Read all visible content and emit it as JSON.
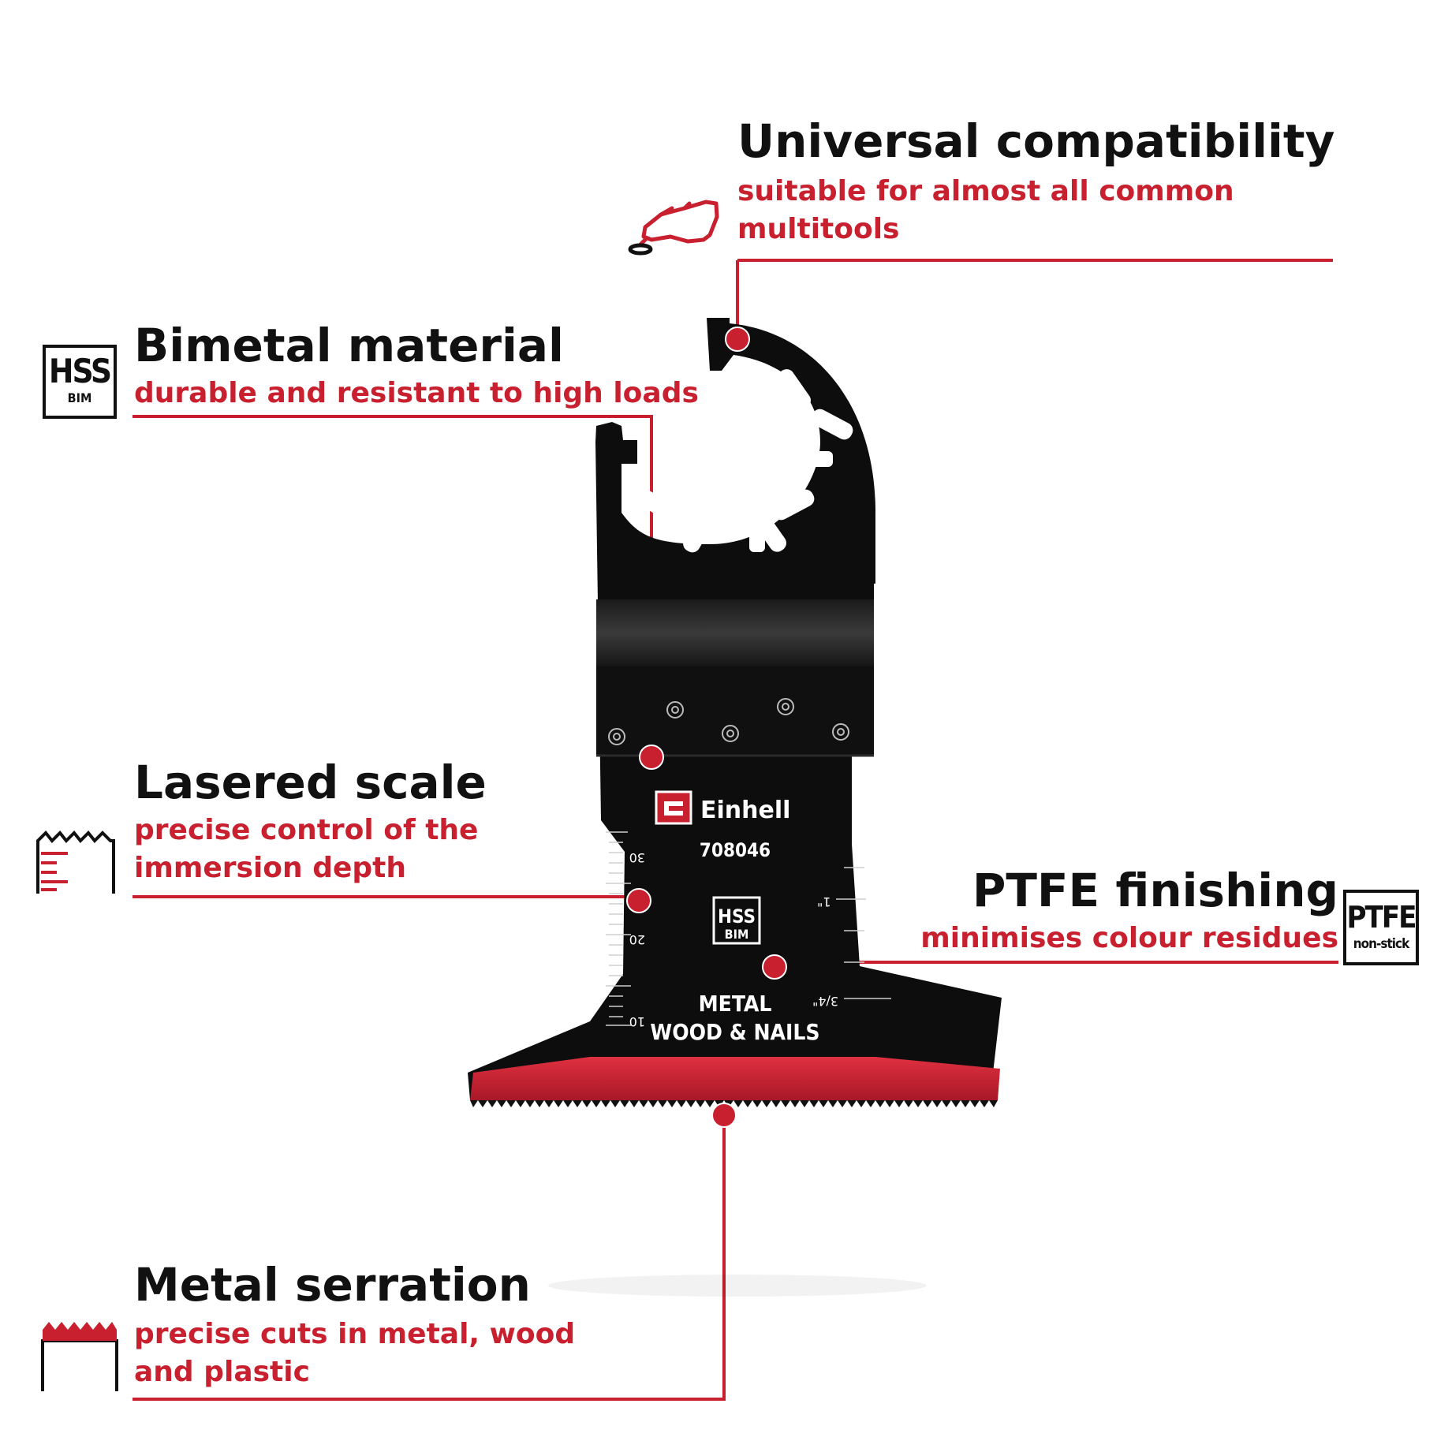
{
  "features": {
    "compatibility": {
      "title": "Universal compatibility",
      "line1": "suitable for almost all common",
      "line2": "multitools",
      "icon": "multitool-icon"
    },
    "bimetal": {
      "title": "Bimetal material",
      "line1": "durable and resistant to high loads",
      "icon": "hss-bim-icon",
      "icon_top": "HSS",
      "icon_bottom": "BIM"
    },
    "scale": {
      "title": "Lasered scale",
      "line1": "precise control of the",
      "line2": "immersion depth",
      "icon": "depth-scale-icon"
    },
    "ptfe": {
      "title": "PTFE finishing",
      "line1": "minimises colour residues",
      "icon": "ptfe-nonstick-icon",
      "icon_top": "PTFE",
      "icon_bottom": "non-stick"
    },
    "serration": {
      "title": "Metal serration",
      "line1": "precise cuts in metal, wood",
      "line2": "and plastic",
      "icon": "serration-icon"
    }
  },
  "blade": {
    "brand": "Einhell",
    "model": "708046",
    "badge_top": "HSS",
    "badge_bottom": "BIM",
    "material_line1": "METAL",
    "material_line2": "WOOD & NAILS",
    "scale_left": [
      "30",
      "20",
      "10"
    ],
    "scale_right": [
      "1\"",
      "3/4\""
    ]
  },
  "colors": {
    "accent": "#c8202f",
    "text": "#111111",
    "blade": "#0d0d0d"
  }
}
